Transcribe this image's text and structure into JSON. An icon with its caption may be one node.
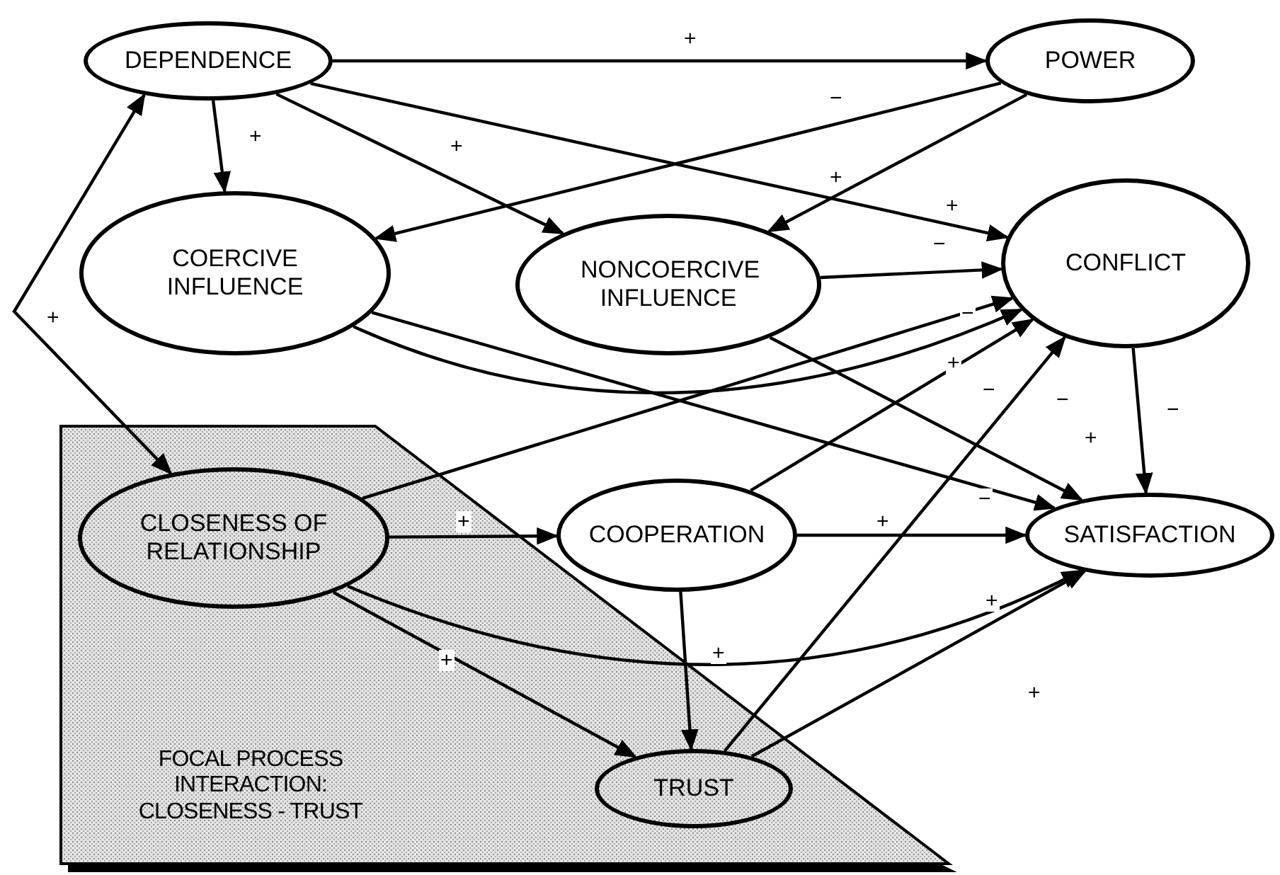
{
  "diagram": {
    "nodes": [
      {
        "text": [
          "DEPENDENCE"
        ]
      },
      {
        "text": [
          "POWER"
        ]
      },
      {
        "text": [
          "COERCIVE INFLUENCE"
        ]
      },
      {
        "text": [
          "NONCOERCIVE INFLUENCE"
        ]
      },
      {
        "text": [
          "CONFLICT"
        ]
      },
      {
        "text": [
          "FOCAL PROCESS INTERACTION: CLOSENESS - TRUST"
        ]
      },
      {
        "text": [
          "CLOSENESS OF RELATIONSHIP"
        ],
        "in": 5
      },
      {
        "text": [
          "COOPERATION"
        ]
      },
      {
        "text": [
          "SATISFACTION"
        ]
      },
      {
        "text": [
          "TRUST"
        ],
        "in": 5
      }
    ],
    "edges": [
      {
        "from": 0,
        "to": 1,
        "arrow": "to",
        "label": "+"
      },
      {
        "from": 0,
        "to": 2,
        "arrow": "to",
        "label": "+"
      },
      {
        "from": 0,
        "to": 3,
        "arrow": "to",
        "label": "+"
      },
      {
        "from": 0,
        "to": 4,
        "arrow": "to",
        "label": "+"
      },
      {
        "from": 1,
        "to": 2,
        "arrow": "to",
        "label": "−"
      },
      {
        "from": 1,
        "to": 3,
        "arrow": "to",
        "label": "+"
      },
      {
        "from": 3,
        "to": 4,
        "arrow": "to",
        "label": "−"
      },
      {
        "from": 2,
        "to": 4,
        "arrow": "to",
        "label": "+"
      },
      {
        "from": 2,
        "to": 8,
        "arrow": "to",
        "label": "−"
      },
      {
        "from": 3,
        "to": 8,
        "arrow": "to",
        "label": "+"
      },
      {
        "from": 6,
        "to": 4,
        "arrow": "to",
        "label": "−"
      },
      {
        "from": 6,
        "to": 7,
        "arrow": "to",
        "label": "+"
      },
      {
        "from": 7,
        "to": 8,
        "arrow": "to",
        "label": "+"
      },
      {
        "from": 7,
        "to": 4,
        "arrow": "to",
        "label": "−"
      },
      {
        "from": 9,
        "to": 4,
        "arrow": "to",
        "label": "−"
      },
      {
        "from": 4,
        "to": 8,
        "arrow": "to",
        "label": "−"
      },
      {
        "from": 6,
        "to": 8,
        "arrow": "to",
        "label": "+"
      },
      {
        "from": 7,
        "to": 9,
        "arrow": "to",
        "label": "+"
      },
      {
        "from": 6,
        "to": 9,
        "arrow": "to",
        "label": "+"
      },
      {
        "from": 9,
        "to": 8,
        "arrow": "to",
        "label": "+"
      },
      {
        "from": 0,
        "to": 6,
        "arrow": "both",
        "label": "+"
      }
    ]
  }
}
